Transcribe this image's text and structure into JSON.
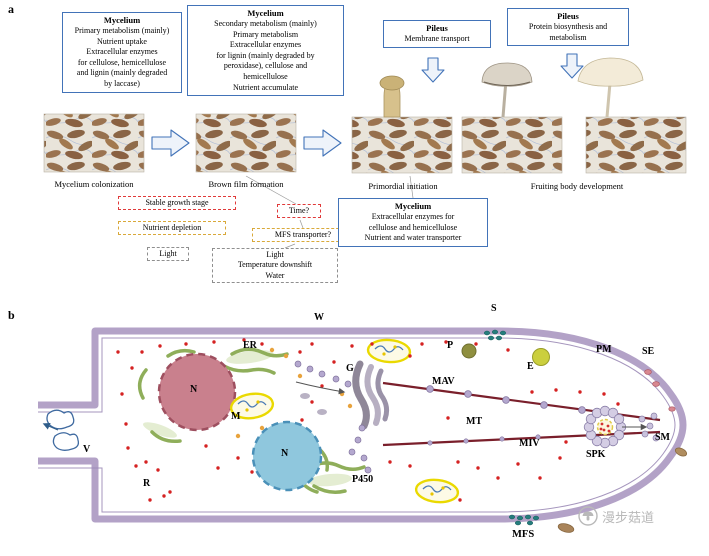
{
  "colors": {
    "box_border_blue": "#4273B8",
    "arrow_blue": "#4273B8",
    "dashed_red": "#E03A3A",
    "dashed_yellow": "#D9A93A",
    "dashed_gray": "#8F8F8F",
    "cell_wall_purple": "#B3A2C7",
    "nucleus_pink": "#C9808D",
    "nucleus_blue": "#8FC7DD",
    "mitochondria_yellow": "#EAD900",
    "microtubule_dark_red": "#7A1F2B",
    "er_green": "#8FAE5A",
    "ribosome_red": "#D52222",
    "watermark_gray": "#B9B9B9"
  },
  "panel_a": {
    "label": "a",
    "info_boxes": [
      {
        "title": "Mycelium",
        "body": "Primary metabolism (mainly)\nNutrient uptake\nExtracellular enzymes\nfor cellulose, hemicellulose\nand lignin (mainly degraded\nby laccase)"
      },
      {
        "title": "Mycelium",
        "body": "Secondary metabolism (mainly)\nPrimary metabolism\nExtracellular enzymes\nfor lignin (mainly degraded by\nperoxidase), cellulose and\nhemicellulose\nNutrient accumulate"
      },
      {
        "title": "Pileus",
        "body": "Membrane transport"
      },
      {
        "title": "Pileus",
        "body": "Protein biosynthesis and\nmetabolism"
      }
    ],
    "stage_captions": [
      "Mycelium colonization",
      "Brown film formation",
      "Primordial initiation",
      "Fruiting body development"
    ],
    "tags": {
      "stable_growth": "Stable growth stage",
      "nutrient_depletion": "Nutrient depletion",
      "light": "Light",
      "time": "Time?",
      "mfs_transporter": "MFS transporter?",
      "environment": "Light\nTemperature downshift\nWater"
    },
    "mycelium_box": {
      "title": "Mycelium",
      "body": "Extracellular enzymes for\ncellulose and hemicellulose\nNutrient and water transporter"
    }
  },
  "panel_b": {
    "label": "b",
    "labels": {
      "w": "W",
      "s": "S",
      "p": "P",
      "pm": "PM",
      "se": "SE",
      "er": "ER",
      "n1": "N",
      "n2": "N",
      "m": "M",
      "g": "G",
      "e": "E",
      "mav": "MAV",
      "mt": "MT",
      "miv": "MIV",
      "spk": "SPK",
      "sm": "SM",
      "v": "V",
      "r": "R",
      "p450": "P450",
      "mfs": "MFS"
    }
  },
  "watermark": {
    "text": "漫步菇道"
  }
}
